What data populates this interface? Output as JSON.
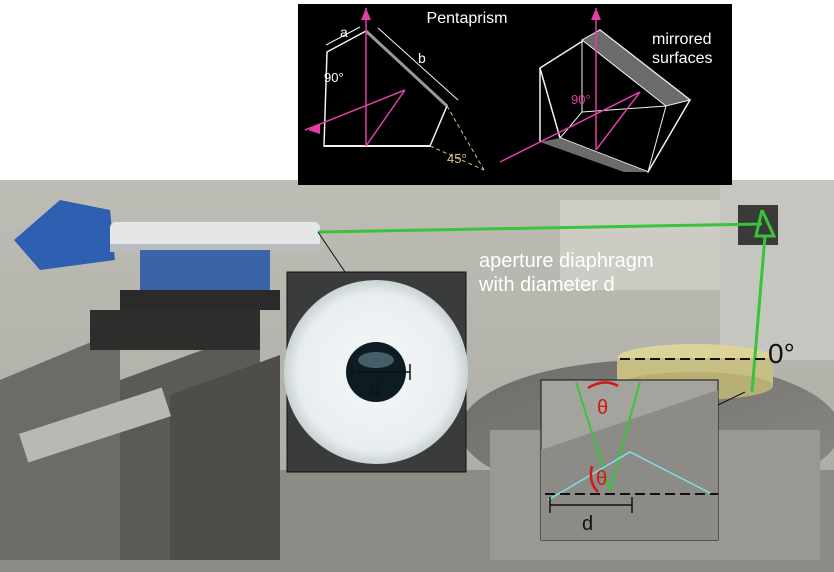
{
  "diagram": {
    "title": "Pentaprism",
    "mirror_label": [
      "mirrored",
      "surfaces"
    ],
    "aperture_label": [
      "aperture diaphragm",
      "with diameter d"
    ],
    "zero_label": "0°",
    "d_symbol": "d",
    "a_symbol": "a",
    "b_symbol": "b",
    "angle_90": "90°",
    "angle_45": "45°",
    "theta": "θ"
  },
  "colors": {
    "laser_green": "#37c43a",
    "beam_magenta": "#e33ea7",
    "reflected_cyan": "#7fe0e6",
    "theta_red": "#d11a1a",
    "prism_outline": "#f2f2f2",
    "angle_gold": "#d8c48a"
  }
}
